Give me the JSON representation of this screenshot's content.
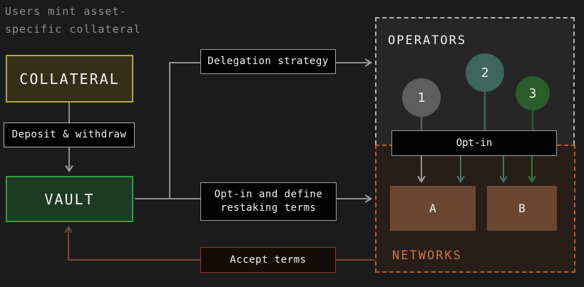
{
  "caption": {
    "line1": "Users mint asset-",
    "line2": "specific collateral"
  },
  "collateral": {
    "label": "COLLATERAL",
    "border_color": "#b5a53e",
    "fill_color": "#343018"
  },
  "deposit": {
    "label": "Deposit & withdraw"
  },
  "vault": {
    "label": "VAULT",
    "border_color": "#2e9e3f",
    "fill_color": "#1d3a23"
  },
  "delegation": {
    "label": "Delegation strategy"
  },
  "restaking": {
    "line1": "Opt-in and define",
    "line2": "restaking terms"
  },
  "accept": {
    "label": "Accept terms",
    "border_color": "#7a4128"
  },
  "operators": {
    "title": "OPERATORS",
    "optin_label": "Opt-in",
    "circles": [
      {
        "number": "1",
        "color": "#5e5e5e"
      },
      {
        "number": "2",
        "color": "#3e665d"
      },
      {
        "number": "3",
        "color": "#2b5c2b"
      }
    ]
  },
  "networks": {
    "title": "NETWORKS",
    "accent_color": "#cf7444",
    "border_color": "#b45f33",
    "box_color": "#6b4732",
    "boxes": [
      {
        "label": "A"
      },
      {
        "label": "B"
      }
    ]
  },
  "line_colors": {
    "gray": "#8f8f8f",
    "teal": "#45746a",
    "green": "#2e7d32",
    "brown": "#7a4730"
  }
}
